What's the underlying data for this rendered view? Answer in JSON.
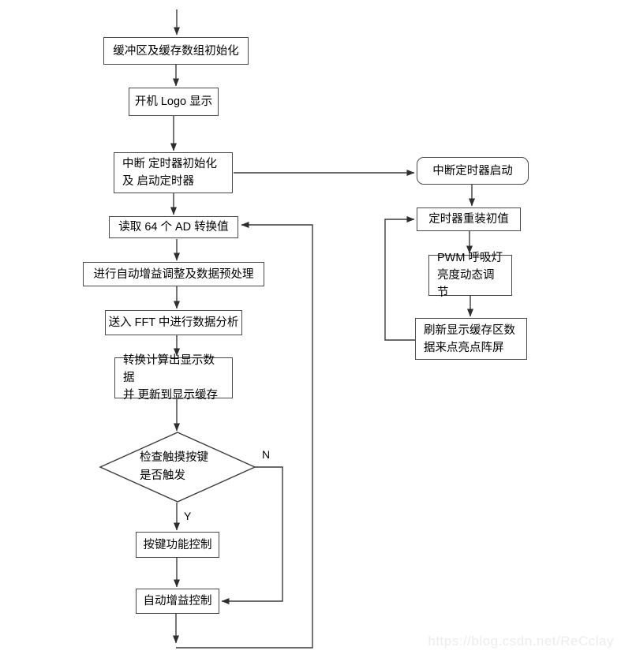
{
  "diagram": {
    "nodes": {
      "init_buffer": "缓冲区及缓存数组初始化",
      "boot_logo": "开机 Logo 显示",
      "timer_init": "中断 定时器初始化\n及 启动定时器",
      "read_ad": "读取 64 个 AD 转换值",
      "gain_preprocess": "进行自动增益调整及数据预处理",
      "fft_analysis": "送入 FFT 中进行数据分析",
      "convert_display": "转换计算出显示数据\n并 更新到显示缓存",
      "touch_check": "检查触摸按键\n是否触发",
      "key_control": "按键功能控制",
      "auto_gain": "自动增益控制",
      "timer_start": "中断定时器启动",
      "timer_reload": "定时器重装初值",
      "pwm_breath": "PWM 呼吸灯\n亮度动态调节",
      "refresh_display": "刷新显示缓存区数\n据来点亮点阵屏"
    },
    "branch_labels": {
      "no": "N",
      "yes": "Y"
    },
    "colors": {
      "line": "#3a3a3a",
      "border": "#4a4a4a",
      "background": "#ffffff",
      "watermark_text": "#ececec"
    }
  },
  "watermark": "https://blog.csdn.net/ReCclay"
}
